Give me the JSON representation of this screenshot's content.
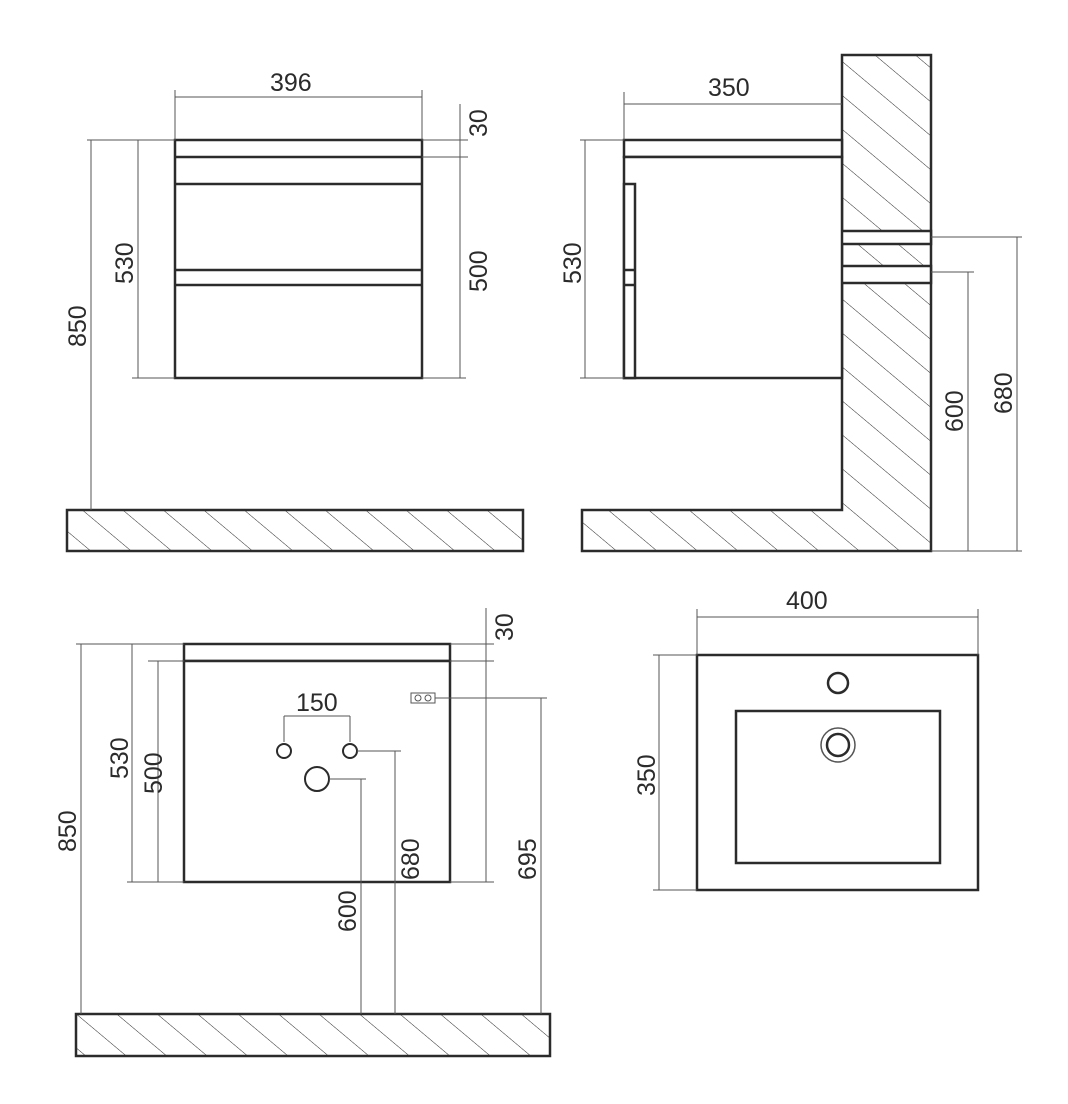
{
  "front_view": {
    "width": "396",
    "top_thickness": "30",
    "body_height": "530",
    "drawers_height": "500",
    "floor_height": "850"
  },
  "side_view": {
    "depth": "350",
    "body_height": "530",
    "pipe_lower_height": "600",
    "pipe_upper_height": "680"
  },
  "back_view": {
    "top_thickness": "30",
    "pipe_spacing": "150",
    "body_height": "530",
    "panel_height": "500",
    "floor_height": "850",
    "drain_height": "600",
    "supply_height": "680",
    "socket_height": "695"
  },
  "top_view": {
    "width": "400",
    "depth": "350"
  }
}
